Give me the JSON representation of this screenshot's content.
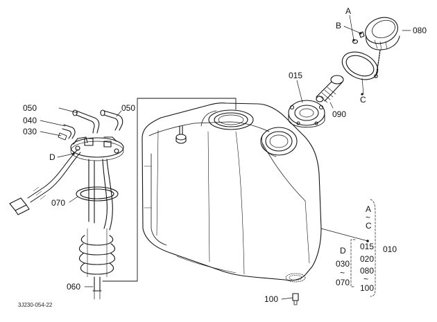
{
  "drawing_code": "3J230-054-22",
  "callouts": {
    "p010": "010",
    "p015a": "015",
    "p015b": "015",
    "p020": "020",
    "p030a": "030",
    "p030b": "030",
    "p040": "040",
    "p050a": "050",
    "p050b": "050",
    "p060": "060",
    "p070a": "070",
    "p070b": "070",
    "p080a": "080",
    "p080b": "080",
    "p090": "090",
    "p100a": "100",
    "p100b": "100"
  },
  "markers": {
    "A": "A",
    "B": "B",
    "C": "C",
    "D": "D",
    "range_A": "A",
    "range_C": "C",
    "range_D": "D",
    "tilde": "~"
  }
}
